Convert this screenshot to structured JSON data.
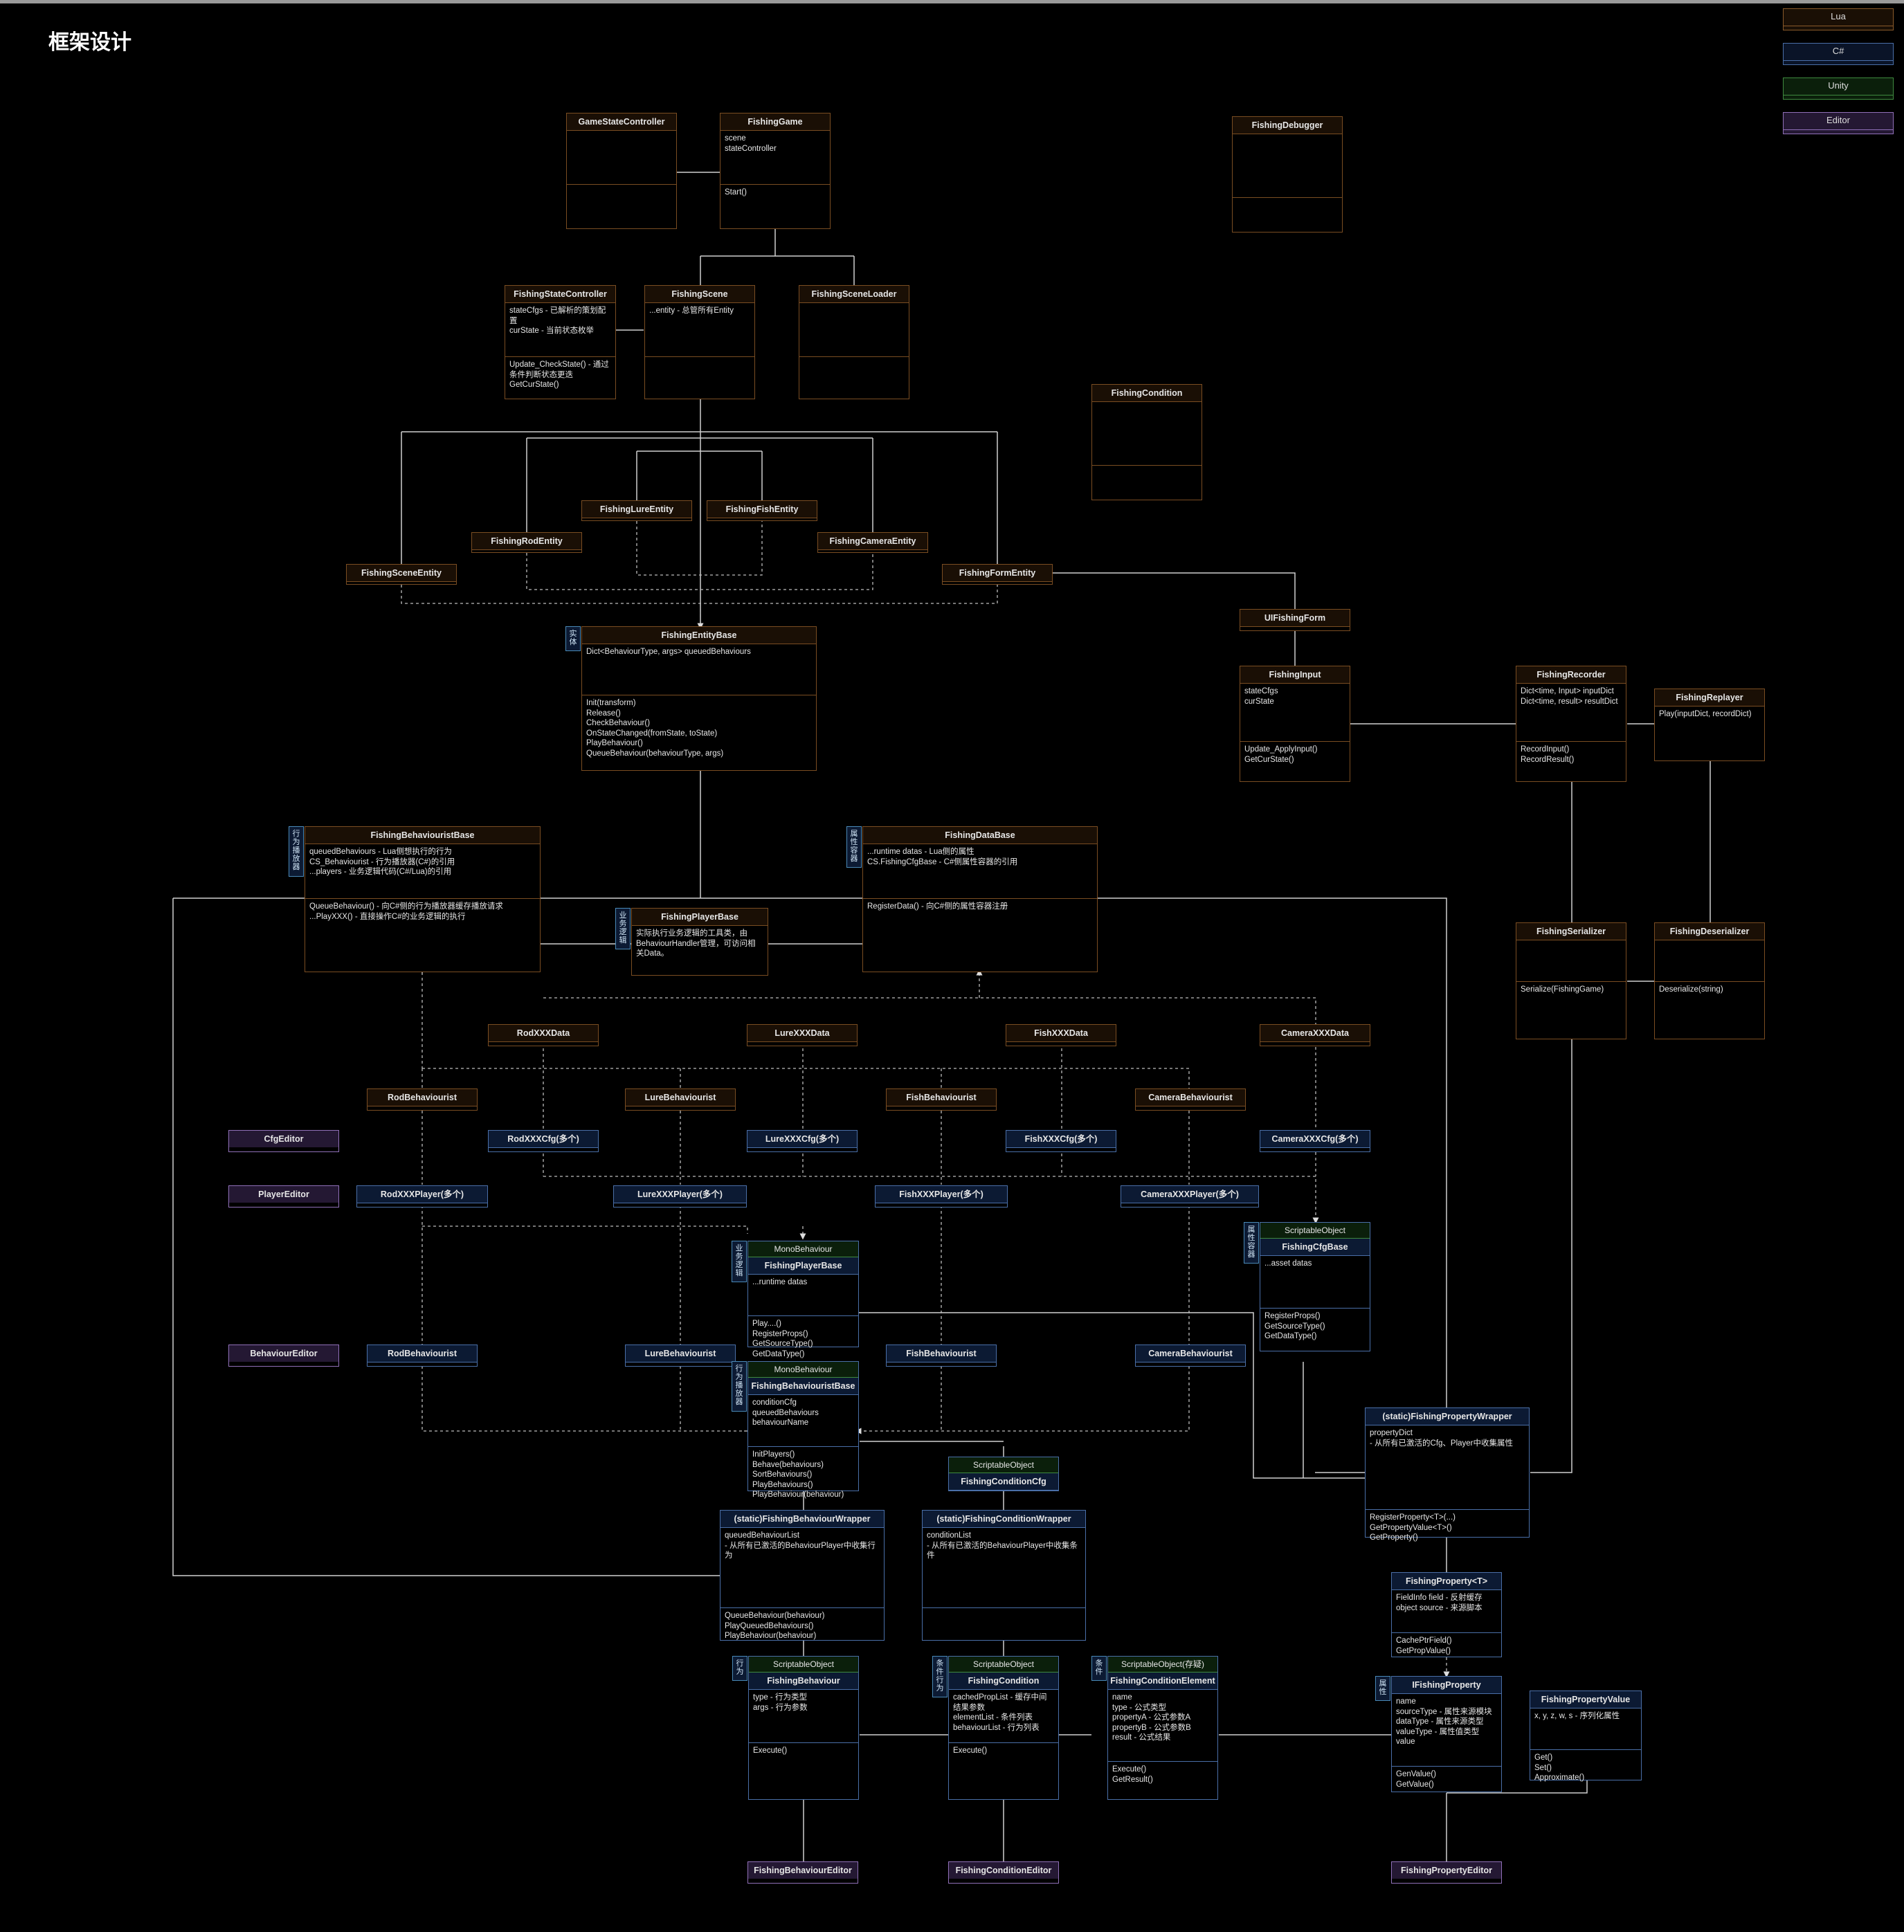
{
  "title": "框架设计",
  "legend": {
    "lua": "Lua",
    "cs": "C#",
    "unity": "Unity",
    "editor": "Editor"
  },
  "classes": {
    "GameStateController": {
      "name": "GameStateController",
      "attrs": "",
      "ops": ""
    },
    "FishingGame": {
      "name": "FishingGame",
      "attrs": "scene\nstateController",
      "ops": "Start()"
    },
    "FishingDebugger": {
      "name": "FishingDebugger",
      "attrs": "",
      "ops": ""
    },
    "FishingStateController": {
      "name": "FishingStateController",
      "attrs": "stateCfgs - 已解析的策划配置\ncurState - 当前状态枚举",
      "ops": "Update_CheckState() - 通过条件判断状态更迭\nGetCurState()"
    },
    "FishingScene": {
      "name": "FishingScene",
      "attrs": "...entity - 总管所有Entity",
      "ops": ""
    },
    "FishingSceneLoader": {
      "name": "FishingSceneLoader",
      "attrs": "",
      "ops": ""
    },
    "FishingCondition_lua": {
      "name": "FishingCondition",
      "attrs": "",
      "ops": ""
    },
    "FishingLureEntity": {
      "name": "FishingLureEntity"
    },
    "FishingFishEntity": {
      "name": "FishingFishEntity"
    },
    "FishingRodEntity": {
      "name": "FishingRodEntity"
    },
    "FishingCameraEntity": {
      "name": "FishingCameraEntity"
    },
    "FishingSceneEntity": {
      "name": "FishingSceneEntity"
    },
    "FishingFormEntity": {
      "name": "FishingFormEntity"
    },
    "UIFishingForm": {
      "name": "UIFishingForm"
    },
    "FishingEntityBase": {
      "name": "FishingEntityBase",
      "tag": "实体",
      "attrs": "Dict<BehaviourType, args> queuedBehaviours",
      "ops": "Init(transform)\nRelease()\nCheckBehaviour()\nOnStateChanged(fromState, toState)\nPlayBehaviour()\nQueueBehaviour(behaviourType, args)"
    },
    "FishingInput": {
      "name": "FishingInput",
      "attrs": "stateCfgs\ncurState",
      "ops": "Update_ApplyInput()\nGetCurState()"
    },
    "FishingRecorder": {
      "name": "FishingRecorder",
      "attrs": "Dict<time, Input> inputDict\nDict<time, result> resultDict",
      "ops": "RecordInput()\nRecordResult()"
    },
    "FishingReplayer": {
      "name": "FishingReplayer",
      "attrs": "Play(inputDict, recordDict)"
    },
    "FishingBehaviouristBase_lua": {
      "name": "FishingBehaviouristBase",
      "tag": "行为播放器",
      "attrs": "queuedBehaviours - Lua侧想执行的行为\nCS_Behaviourist - 行为播放器(C#)的引用\n...players - 业务逻辑代码(C#/Lua)的引用",
      "ops": "QueueBehaviour() - 向C#侧的行为播放器缓存播放请求\n...PlayXXX() - 直接操作C#的业务逻辑的执行"
    },
    "FishingDataBase": {
      "name": "FishingDataBase",
      "tag": "属性容器",
      "attrs": "...runtime datas - Lua侧的属性\nCS.FishingCfgBase - C#侧属性容器的引用",
      "ops": "RegisterData() - 向C#侧的属性容器注册"
    },
    "FishingPlayerBase_lua": {
      "name": "FishingPlayerBase",
      "tag": "业务逻辑",
      "attrs": "实际执行业务逻辑的工具类，由BehaviourHandler管理，可访问相关Data。"
    },
    "FishingSerializer": {
      "name": "FishingSerializer",
      "ops": "Serialize(FishingGame)"
    },
    "FishingDeserializer": {
      "name": "FishingDeserializer",
      "ops": "Deserialize(string)"
    },
    "RodXXXData": {
      "name": "RodXXXData"
    },
    "LureXXXData": {
      "name": "LureXXXData"
    },
    "FishXXXData": {
      "name": "FishXXXData"
    },
    "CameraXXXData": {
      "name": "CameraXXXData"
    },
    "RodBehaviourist_lua": {
      "name": "RodBehaviourist"
    },
    "LureBehaviourist_lua": {
      "name": "LureBehaviourist"
    },
    "FishBehaviourist_lua": {
      "name": "FishBehaviourist"
    },
    "CameraBehaviourist_lua": {
      "name": "CameraBehaviourist"
    },
    "CfgEditor": {
      "name": "CfgEditor"
    },
    "PlayerEditor": {
      "name": "PlayerEditor"
    },
    "BehaviourEditor": {
      "name": "BehaviourEditor"
    },
    "RodXXXCfg": {
      "name": "RodXXXCfg(多个)"
    },
    "LureXXXCfg": {
      "name": "LureXXXCfg(多个)"
    },
    "FishXXXCfg": {
      "name": "FishXXXCfg(多个)"
    },
    "CameraXXXCfg": {
      "name": "CameraXXXCfg(多个)"
    },
    "RodXXXPlayer": {
      "name": "RodXXXPlayer(多个)"
    },
    "LureXXXPlayer": {
      "name": "LureXXXPlayer(多个)"
    },
    "FishXXXPlayer": {
      "name": "FishXXXPlayer(多个)"
    },
    "CameraXXXPlayer": {
      "name": "CameraXXXPlayer(多个)"
    },
    "FishingPlayerBase_cs": {
      "name": "FishingPlayerBase",
      "stereo": "MonoBehaviour",
      "tag": "业务逻辑",
      "attrs": "...runtime datas",
      "ops": "Play....()\nRegisterProps()\nGetSourceType()\nGetDataType()"
    },
    "FishingCfgBase": {
      "name": "FishingCfgBase",
      "stereo": "ScriptableObject",
      "tag": "属性容器",
      "attrs": "...asset datas",
      "ops": "RegisterProps()\nGetSourceType()\nGetDataType()"
    },
    "RodBehaviourist_cs": {
      "name": "RodBehaviourist"
    },
    "LureBehaviourist_cs": {
      "name": "LureBehaviourist"
    },
    "FishBehaviourist_cs": {
      "name": "FishBehaviourist"
    },
    "CameraBehaviourist_cs": {
      "name": "CameraBehaviourist"
    },
    "FishingBehaviouristBase_cs": {
      "name": "FishingBehaviouristBase",
      "stereo": "MonoBehaviour",
      "tag": "行为播放器",
      "attrs": "conditionCfg\nqueuedBehaviours\nbehaviourName",
      "ops": "InitPlayers()\nBehave(behaviours)\nSortBehaviours()\nPlayBehaviours()\nPlayBehaviour(behaviour)"
    },
    "FishingConditionCfg": {
      "name": "FishingConditionCfg",
      "stereo": "ScriptableObject"
    },
    "FishingPropertyWrapper": {
      "name": "(static)FishingPropertyWrapper",
      "attrs": "propertyDict\n - 从所有已激活的Cfg、Player中收集属性",
      "ops": "RegisterProperty<T>(...)\nGetPropertyValue<T>()\nGetProperty()"
    },
    "FishingBehaviourWrapper": {
      "name": "(static)FishingBehaviourWrapper",
      "attrs": "queuedBehaviourList\n - 从所有已激活的BehaviourPlayer中收集行为",
      "ops": "QueueBehaviour(behaviour)\nPlayQueuedBehaviours()\nPlayBehaviour(behaviour)"
    },
    "FishingConditionWrapper": {
      "name": "(static)FishingConditionWrapper",
      "attrs": "conditionList\n - 从所有已激活的BehaviourPlayer中收集条件",
      "ops": ""
    },
    "FishingPropertyT": {
      "name": "FishingProperty<T>",
      "attrs": "FieldInfo field - 反射缓存\nobject source - 来源脚本",
      "ops": "CachePtrField()\nGetPropValue()"
    },
    "FishingBehaviour": {
      "name": "FishingBehaviour",
      "stereo": "ScriptableObject",
      "tag": "行为",
      "attrs": "type - 行为类型\nargs - 行为参数",
      "ops": "Execute()"
    },
    "FishingCondition_cs": {
      "name": "FishingCondition",
      "stereo": "ScriptableObject",
      "tag": "条件行为",
      "attrs": "cachedPropList - 缓存中间结果参数\nelementList - 条件列表\nbehaviourList - 行为列表",
      "ops": "Execute()"
    },
    "FishingConditionElement": {
      "name": "FishingConditionElement",
      "stereo": "ScriptableObject(存疑)",
      "tag": "条件",
      "attrs": "name\ntype - 公式类型\npropertyA - 公式参数A\npropertyB - 公式参数B\nresult - 公式结果",
      "ops": "Execute()\nGetResult()"
    },
    "IFishingProperty": {
      "name": "IFishingProperty",
      "tag": "属性",
      "attrs": "name\nsourceType - 属性来源模块\ndataType - 属性来源类型\nvalueType - 属性值类型\nvalue",
      "ops": "GenValue()\nGetValue()"
    },
    "FishingPropertyValue": {
      "name": "FishingPropertyValue",
      "attrs": "x, y, z, w, s - 序列化属性",
      "ops": "Get()\nSet()\nApproximate()"
    },
    "FishingBehaviourEditor": {
      "name": "FishingBehaviourEditor"
    },
    "FishingConditionEditor": {
      "name": "FishingConditionEditor"
    },
    "FishingPropertyEditor": {
      "name": "FishingPropertyEditor"
    }
  }
}
